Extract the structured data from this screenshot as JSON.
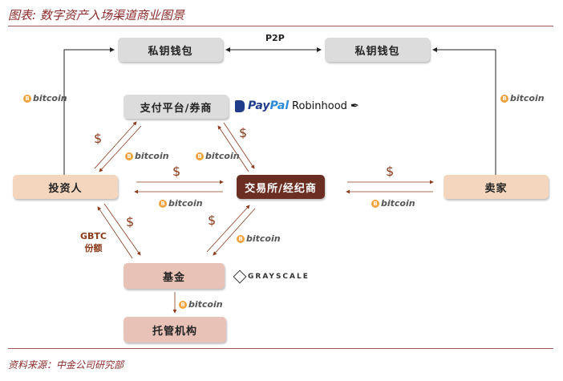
{
  "title": "图表: 数字资产入场渠道商业图景",
  "source": "资料来源：中金公司研究部",
  "nodes": {
    "wallet_left": "私钥钱包",
    "wallet_right": "私钥钱包",
    "payment": "支付平台/券商",
    "investor": "投资人",
    "exchange": "交易所/经纪商",
    "seller": "卖家",
    "fund": "基金",
    "custodian": "托管机构"
  },
  "labels": {
    "p2p": "P2P",
    "bitcoin": "bitcoin",
    "btc_symbol": "B",
    "dollar": "$",
    "gbtc_line1": "GBTC",
    "gbtc_line2": "份额"
  },
  "logos": {
    "paypal_a": "Pay",
    "paypal_b": "Pal",
    "robinhood": "Robinhood",
    "grayscale": "GRAYSCALE"
  },
  "colors": {
    "title": "#8b2a2a",
    "arrow": "#8b3a1a",
    "exchange_fill": "#6b2e22",
    "investor_fill": "#f3d6bd",
    "fund_fill": "#e8c2b6",
    "wallet_fill": "#dcdcdc",
    "bitcoin_orange": "#f2a23c"
  }
}
